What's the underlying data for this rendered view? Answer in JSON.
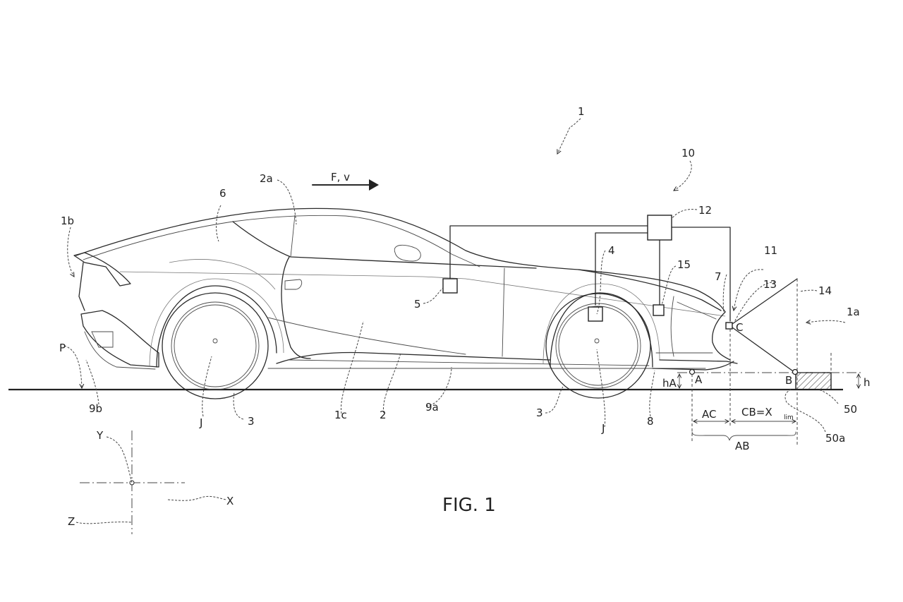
{
  "figure": {
    "caption": "FIG. 1",
    "motion_label": "F, v"
  },
  "reference_labels": {
    "vehicle": "1",
    "front": "1a",
    "rear": "1b",
    "side": "1c",
    "body": "2",
    "window": "2a",
    "wheel_rear": "3",
    "wheel_front": "3",
    "wheel_axis_rear": "J",
    "wheel_axis_front": "J",
    "sensor_4": "4",
    "sensor_5": "5",
    "cabin": "6",
    "front_edge": "7",
    "front_bumper": "8",
    "underbody": "9a",
    "rear_diffuser": "9b",
    "system": "10",
    "camera": "11",
    "control_unit": "12",
    "lens": "13",
    "field_of_view": "14",
    "sensor_15": "15",
    "obstacle": "50",
    "obstacle_edge": "50a",
    "ground_plane": "P"
  },
  "geometry_points": {
    "point_a": "A",
    "point_b": "B",
    "point_c": "C",
    "height_a": "hA",
    "height_obstacle": "h",
    "dim_ac": "AC",
    "dim_cb_prefix": "CB=X",
    "dim_cb_subscript": "lim",
    "dim_ab": "AB"
  },
  "axes": {
    "x": "X",
    "y": "Y",
    "z": "Z"
  }
}
